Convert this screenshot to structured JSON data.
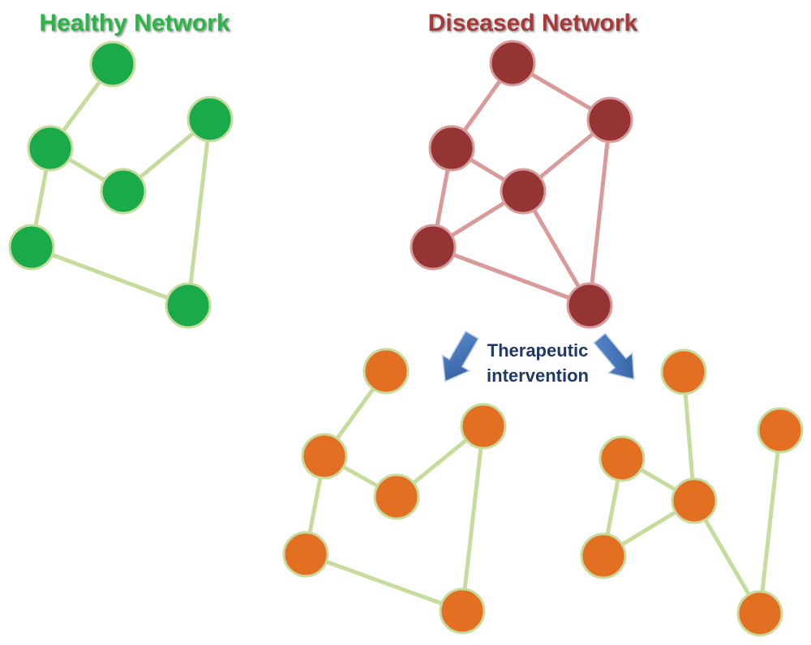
{
  "titles": {
    "healthy": "Healthy Network",
    "diseased": "Diseased Network"
  },
  "intervention": {
    "line1": "Therapeutic",
    "line2": "intervention"
  },
  "colors": {
    "healthy_title": "#2db34a",
    "healthy_node": "#1aaa4b",
    "healthy_node_stroke": "#c6dc9c",
    "healthy_edge": "#c6dc9c",
    "diseased_title": "#a33a3a",
    "diseased_node": "#943434",
    "diseased_node_stroke": "#d99a9a",
    "diseased_edge": "#d99a9a",
    "treated_node": "#e36f22",
    "treated_node_stroke": "#c6dc9c",
    "treated_edge": "#c6dc9c",
    "arrow": "#3f6fae",
    "intervention_text": "#1f3864"
  }
}
